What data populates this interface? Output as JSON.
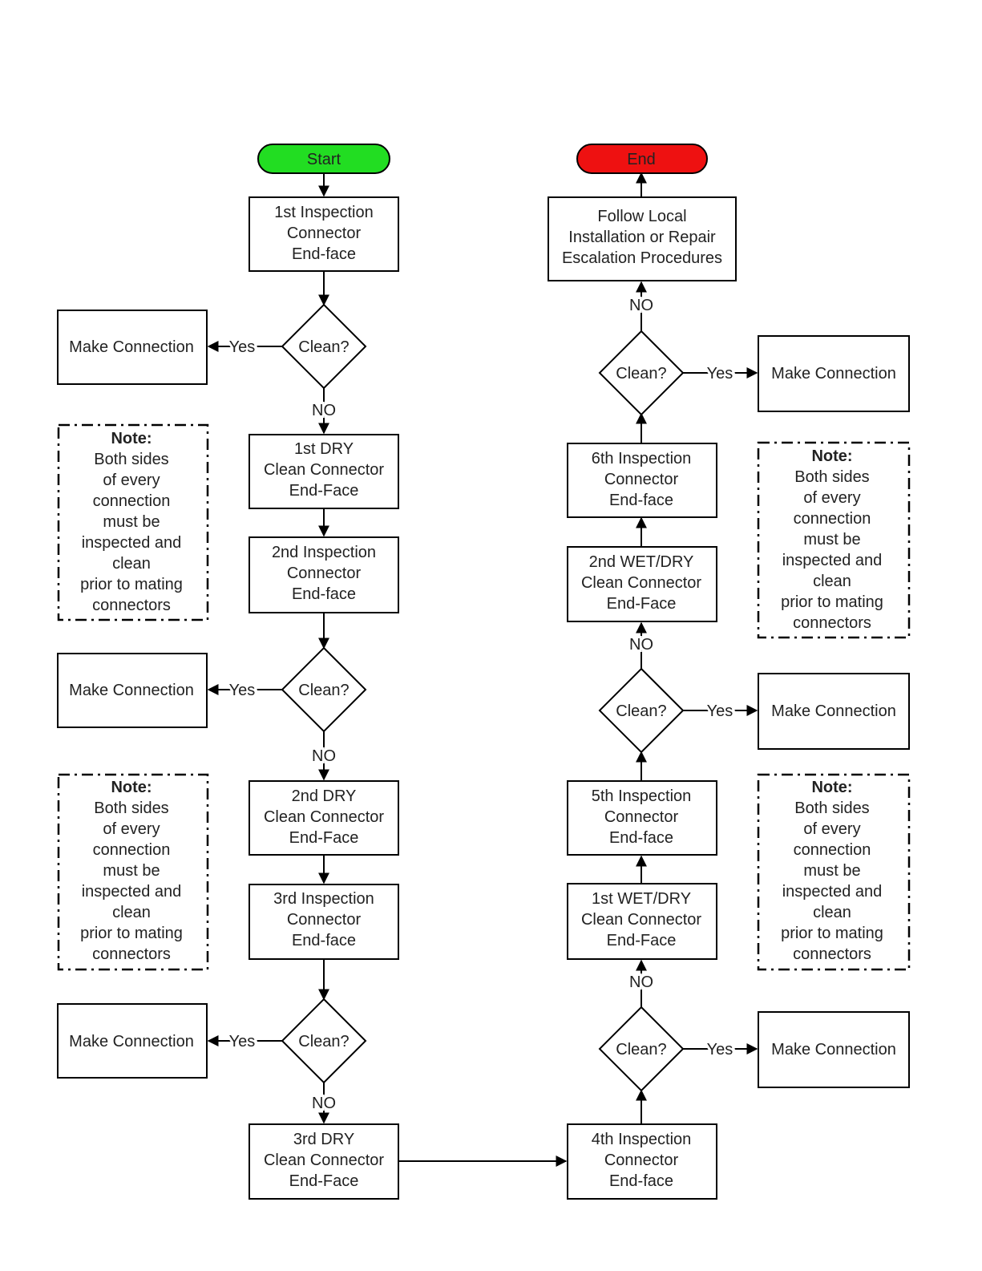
{
  "terminals": {
    "start": {
      "label": "Start",
      "color": "#22dd22"
    },
    "end": {
      "label": "End",
      "color": "#ee1111"
    }
  },
  "left_column": {
    "inspection_1": [
      "1st Inspection",
      "Connector",
      "End-face"
    ],
    "decision_1": "Clean?",
    "dry_clean_1": [
      "1st DRY",
      "Clean Connector",
      "End-Face"
    ],
    "inspection_2": [
      "2nd Inspection",
      "Connector",
      "End-face"
    ],
    "decision_2": "Clean?",
    "dry_clean_2": [
      "2nd DRY",
      "Clean Connector",
      "End-Face"
    ],
    "inspection_3": [
      "3rd Inspection",
      "Connector",
      "End-face"
    ],
    "decision_3": "Clean?",
    "dry_clean_3": [
      "3rd DRY",
      "Clean Connector",
      "End-Face"
    ]
  },
  "right_column": {
    "inspection_4": [
      "4th Inspection",
      "Connector",
      "End-face"
    ],
    "decision_4": "Clean?",
    "wet_dry_clean_1": [
      "1st WET/DRY",
      "Clean Connector",
      "End-Face"
    ],
    "inspection_5": [
      "5th Inspection",
      "Connector",
      "End-face"
    ],
    "decision_5": "Clean?",
    "wet_dry_clean_2": [
      "2nd WET/DRY",
      "Clean Connector",
      "End-Face"
    ],
    "inspection_6": [
      "6th Inspection",
      "Connector",
      "End-face"
    ],
    "decision_6": "Clean?",
    "escalation": [
      "Follow Local",
      "Installation or Repair",
      "Escalation Procedures"
    ]
  },
  "make_connection": "Make Connection",
  "edge_labels": {
    "yes": "Yes",
    "no": "NO"
  },
  "note": {
    "title": "Note:",
    "lines": [
      "Both sides",
      "of every",
      "connection",
      "must be",
      "inspected and",
      "clean",
      "prior to mating",
      "connectors"
    ]
  }
}
